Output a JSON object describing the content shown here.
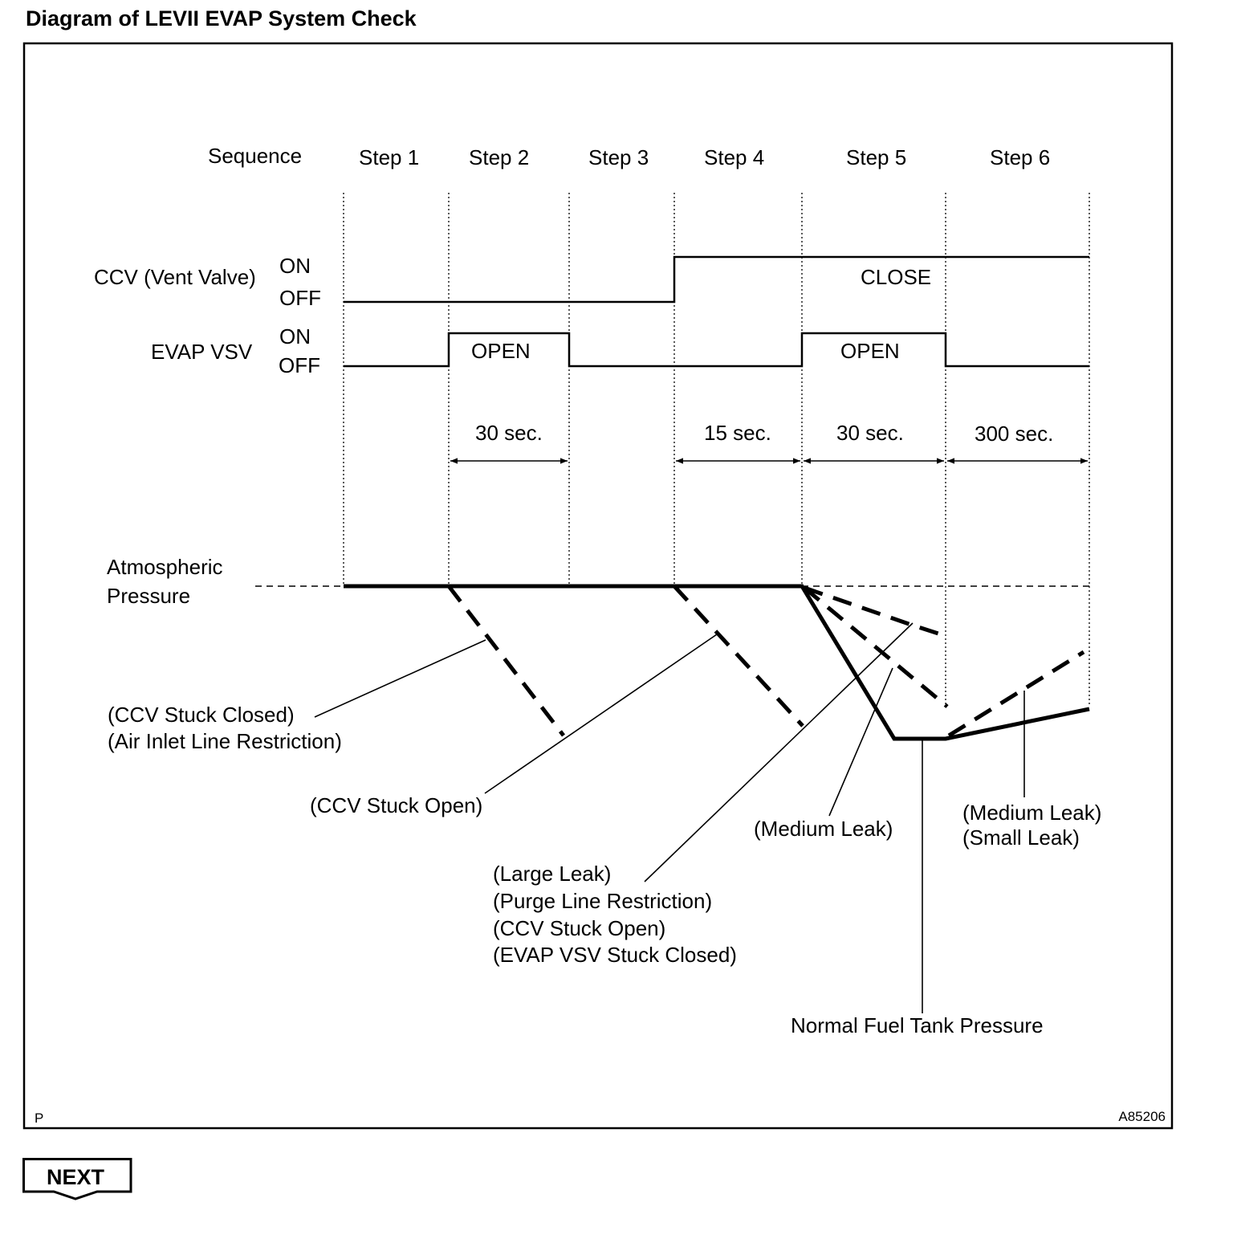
{
  "title": "Diagram of LEVII EVAP System Check",
  "diagram": {
    "sequence_label": "Sequence",
    "steps": [
      "Step 1",
      "Step 2",
      "Step 3",
      "Step 4",
      "Step 5",
      "Step 6"
    ],
    "ccv": {
      "label": "CCV (Vent Valve)",
      "on": "ON",
      "off": "OFF",
      "state_label": "CLOSE"
    },
    "evap_vsv": {
      "label": "EVAP VSV",
      "on": "ON",
      "off": "OFF",
      "open_label_1": "OPEN",
      "open_label_2": "OPEN"
    },
    "durations": [
      "30 sec.",
      "15 sec.",
      "30 sec.",
      "300 sec."
    ],
    "atmospheric_label_1": "Atmospheric",
    "atmospheric_label_2": "Pressure",
    "annotations": {
      "ccv_stuck_closed": [
        "(CCV Stuck Closed)",
        "(Air Inlet Line Restriction)"
      ],
      "ccv_stuck_open": "(CCV Stuck Open)",
      "large_leak": [
        "(Large Leak)",
        "(Purge Line Restriction)",
        "(CCV Stuck Open)",
        "(EVAP VSV Stuck Closed)"
      ],
      "medium_leak": "(Medium Leak)",
      "medium_small_leak": [
        "(Medium Leak)",
        "(Small Leak)"
      ],
      "normal_pressure": "Normal Fuel Tank Pressure"
    },
    "corner_left": "P",
    "corner_right": "A85206"
  },
  "next_button": {
    "label": "NEXT"
  }
}
